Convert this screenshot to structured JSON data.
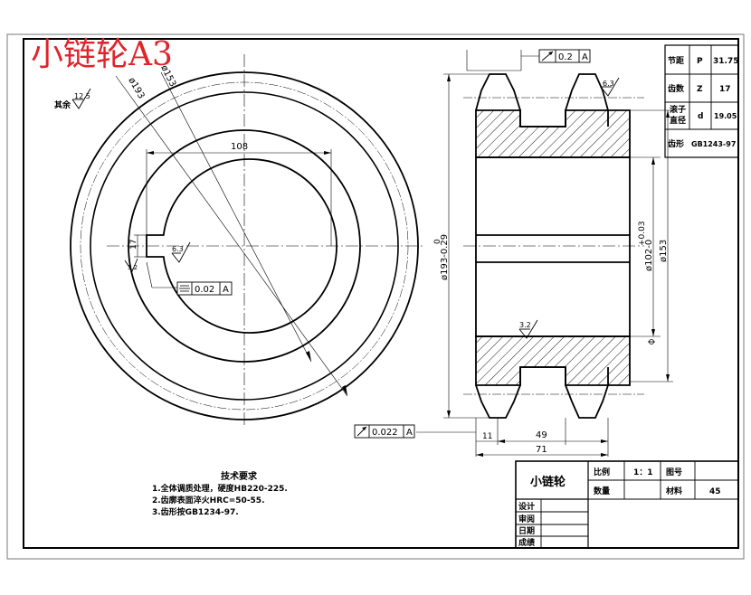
{
  "title": "小链轮A3",
  "colors": {
    "title": "#e0242b",
    "line": "#000000",
    "hatch": "#000000"
  },
  "roughness": {
    "other": "其余",
    "other_value": "12.5",
    "side_top": "6.3",
    "keyway_side": "6.3",
    "keyway_wall": "3.2",
    "hub_face": "3.2"
  },
  "front_view": {
    "dim_108": "108",
    "dim_17": "17",
    "dia_193": "ø193",
    "dia_153": "ø153",
    "keyway_sym_value": "0.02",
    "keyway_sym_datum": "A"
  },
  "section_view": {
    "runout_top_value": "0.2",
    "runout_top_datum": "A",
    "runout_bottom_value": "0.022",
    "runout_bottom_datum": "A",
    "dia_outer": "ø193-0.29",
    "dia_outer_upper": "0",
    "dia_bore": "ø102-0",
    "dia_bore_upper": "+0.03",
    "dia_hub": "ø153",
    "dim_11": "11",
    "dim_49": "49",
    "dim_71": "71"
  },
  "param_table": [
    {
      "label": "节距",
      "sym": "P",
      "value": "31.75"
    },
    {
      "label": "齿数",
      "sym": "Z",
      "value": "17"
    },
    {
      "label": "滚子直径",
      "label1": "滚子",
      "label2": "直径",
      "sym": "d",
      "value": "19.05"
    },
    {
      "label": "齿形",
      "sym": "",
      "value": "GB1243-97"
    }
  ],
  "tech_req": {
    "heading": "技术要求",
    "items": [
      "1.全体调质处理，硬度HB220-225.",
      "2.齿廓表面淬火HRC=50-55.",
      "3.齿形按GB1234-97."
    ]
  },
  "title_block": {
    "part_name": "小链轮",
    "scale_label": "比例",
    "scale_value": "1：1",
    "drawing_no_label": "图号",
    "qty_label": "数量",
    "material_label": "材料",
    "material_value": "45",
    "design": "设计",
    "review": "审阅",
    "date": "日期",
    "score": "成绩"
  }
}
